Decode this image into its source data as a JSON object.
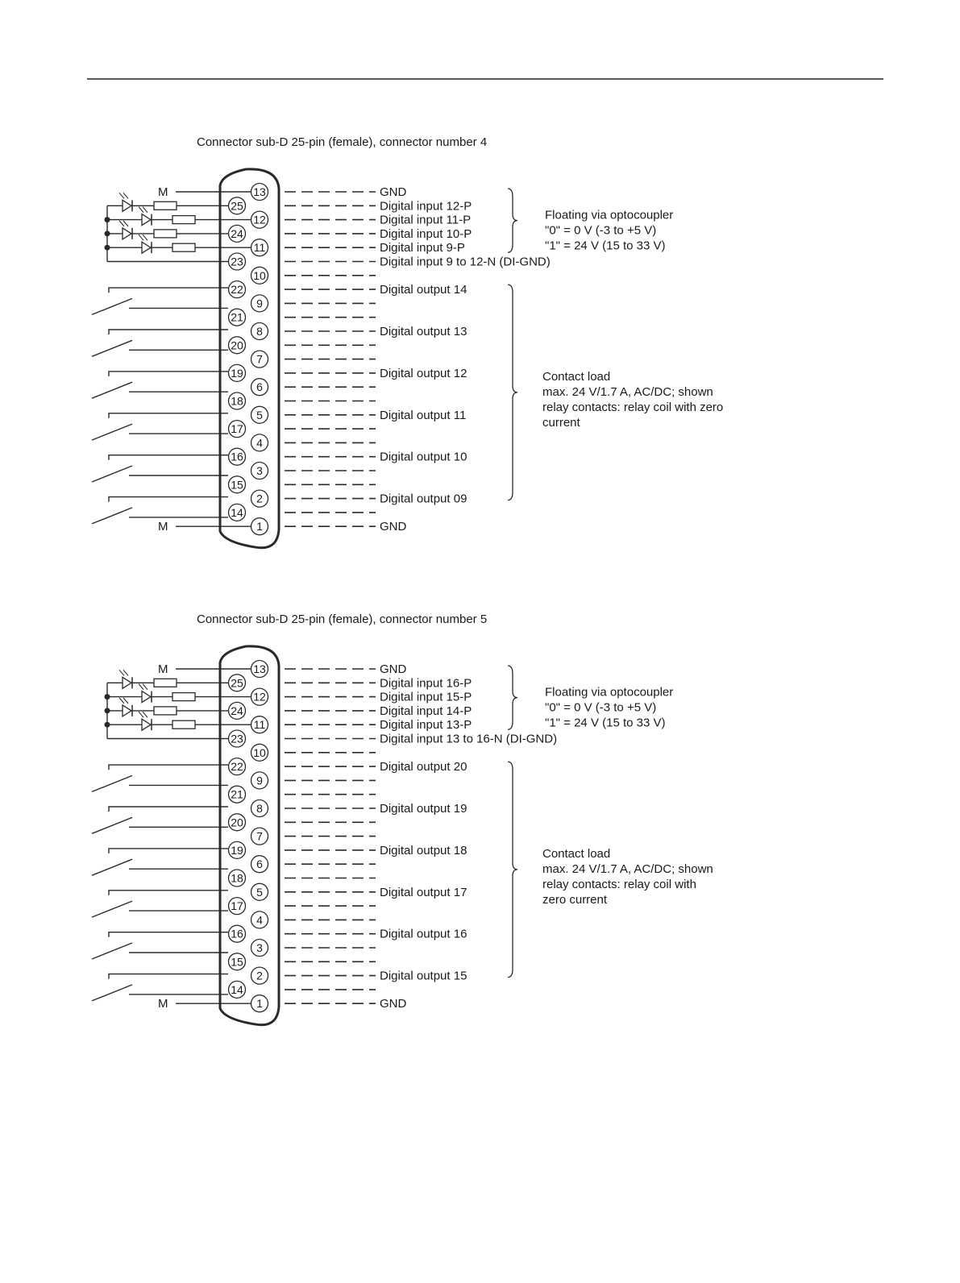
{
  "diagrams": [
    {
      "title": "Connector sub-D 25-pin (female), connector number 4",
      "ground_label_left": "M",
      "labels": {
        "gnd_top": "GND",
        "di_a": "Digital input 12-P",
        "di_b": "Digital input 11-P",
        "di_c": "Digital input 10-P",
        "di_d": "Digital input 9-P",
        "di_n": "Digital input 9 to 12-N (DI-GND)",
        "do_1": "Digital output 14",
        "do_2": "Digital output 13",
        "do_3": "Digital output 12",
        "do_4": "Digital output 11",
        "do_5": "Digital output 10",
        "do_6": "Digital output 09",
        "gnd_bottom": "GND"
      },
      "note_input": [
        "Floating via optocoupler",
        "\"0\" = 0 V (-3 to +5 V)",
        "\"1\" = 24 V (15 to 33 V)"
      ],
      "note_output": [
        "Contact load",
        "max. 24 V/1.7 A, AC/DC; shown",
        "relay contacts: relay coil with zero",
        "current"
      ]
    },
    {
      "title": "Connector sub-D 25-pin (female), connector number 5",
      "ground_label_left": "M",
      "labels": {
        "gnd_top": "GND",
        "di_a": "Digital input 16-P",
        "di_b": "Digital input 15-P",
        "di_c": "Digital input 14-P",
        "di_d": "Digital input 13-P",
        "di_n": "Digital input 13 to 16-N (DI-GND)",
        "do_1": "Digital output 20",
        "do_2": "Digital output 19",
        "do_3": "Digital output 18",
        "do_4": "Digital output 17",
        "do_5": "Digital output 16",
        "do_6": "Digital output 15",
        "gnd_bottom": "GND"
      },
      "note_input": [
        "Floating via optocoupler",
        "\"0\" = 0 V (-3 to +5 V)",
        "\"1\" = 24 V (15 to 33 V)"
      ],
      "note_output": [
        "Contact load",
        "max. 24 V/1.7 A, AC/DC; shown",
        "relay contacts: relay coil with",
        "zero current"
      ]
    }
  ],
  "pin_order": [
    13,
    25,
    12,
    24,
    11,
    23,
    10,
    22,
    9,
    21,
    8,
    20,
    7,
    19,
    6,
    18,
    5,
    17,
    4,
    16,
    3,
    15,
    2,
    14,
    1
  ]
}
